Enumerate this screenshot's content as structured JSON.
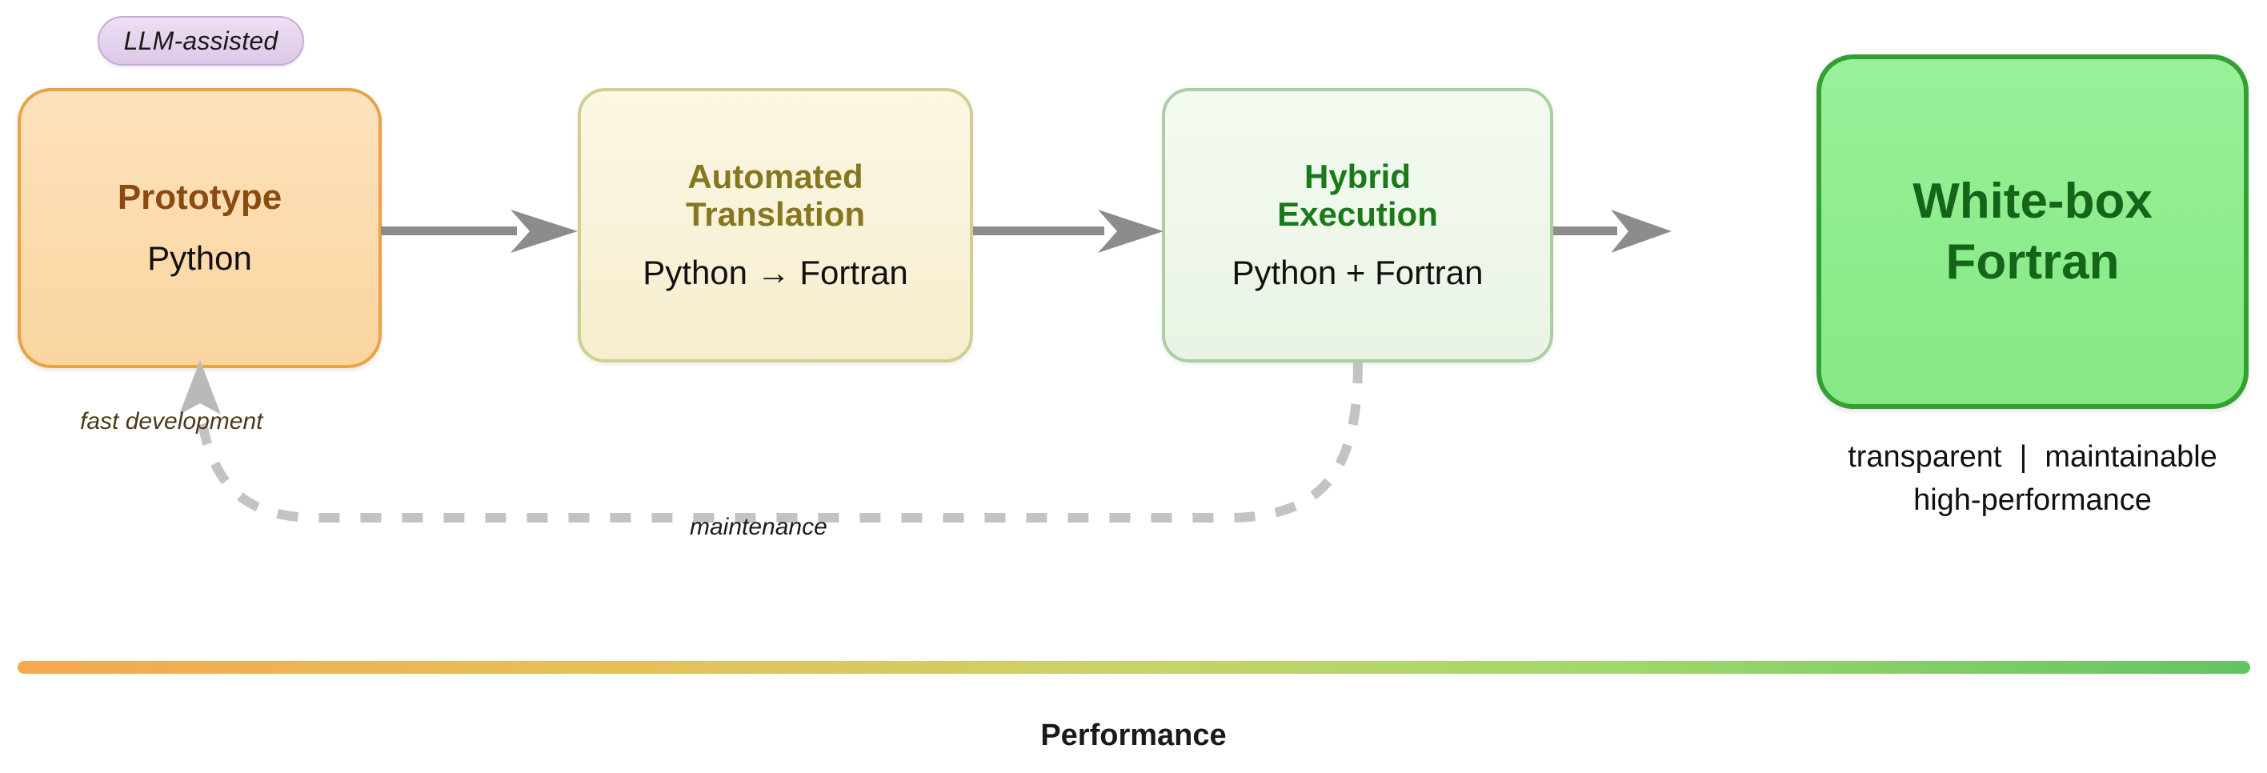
{
  "diagram": {
    "badge": {
      "label": "LLM-assisted"
    },
    "stages": [
      {
        "id": "prototype",
        "title": "Prototype",
        "subtitle": "Python",
        "fill": "#fbdcb0",
        "stroke": "#e9a246",
        "title_color": "#8a4b12"
      },
      {
        "id": "translation",
        "title": "Automated\nTranslation",
        "subtitle": "Python → Fortran",
        "fill": "#f8f2d8",
        "stroke": "#cfd08f",
        "title_color": "#85761f"
      },
      {
        "id": "hybrid",
        "title": "Hybrid\nExecution",
        "subtitle": "Python + Fortran",
        "fill": "#eef7ea",
        "stroke": "#a9cfa3",
        "title_color": "#1a7a1a"
      }
    ],
    "result": {
      "id": "result",
      "title": "White-box\nFortran",
      "fill": "#8eed8e",
      "stroke": "#34a034",
      "title_color": "#14651a",
      "attributes": [
        "transparent",
        "maintainable",
        "high-performance"
      ],
      "separator": "|"
    },
    "edges": {
      "forward_color": "#8c8c8c",
      "feedback_color": "#c3c3c3",
      "labels": {
        "fast_development": "fast development",
        "maintenance": "maintenance"
      }
    },
    "performance_axis": {
      "label": "Performance",
      "gradient_start": "#f5a94e",
      "gradient_end": "#63c463"
    }
  }
}
